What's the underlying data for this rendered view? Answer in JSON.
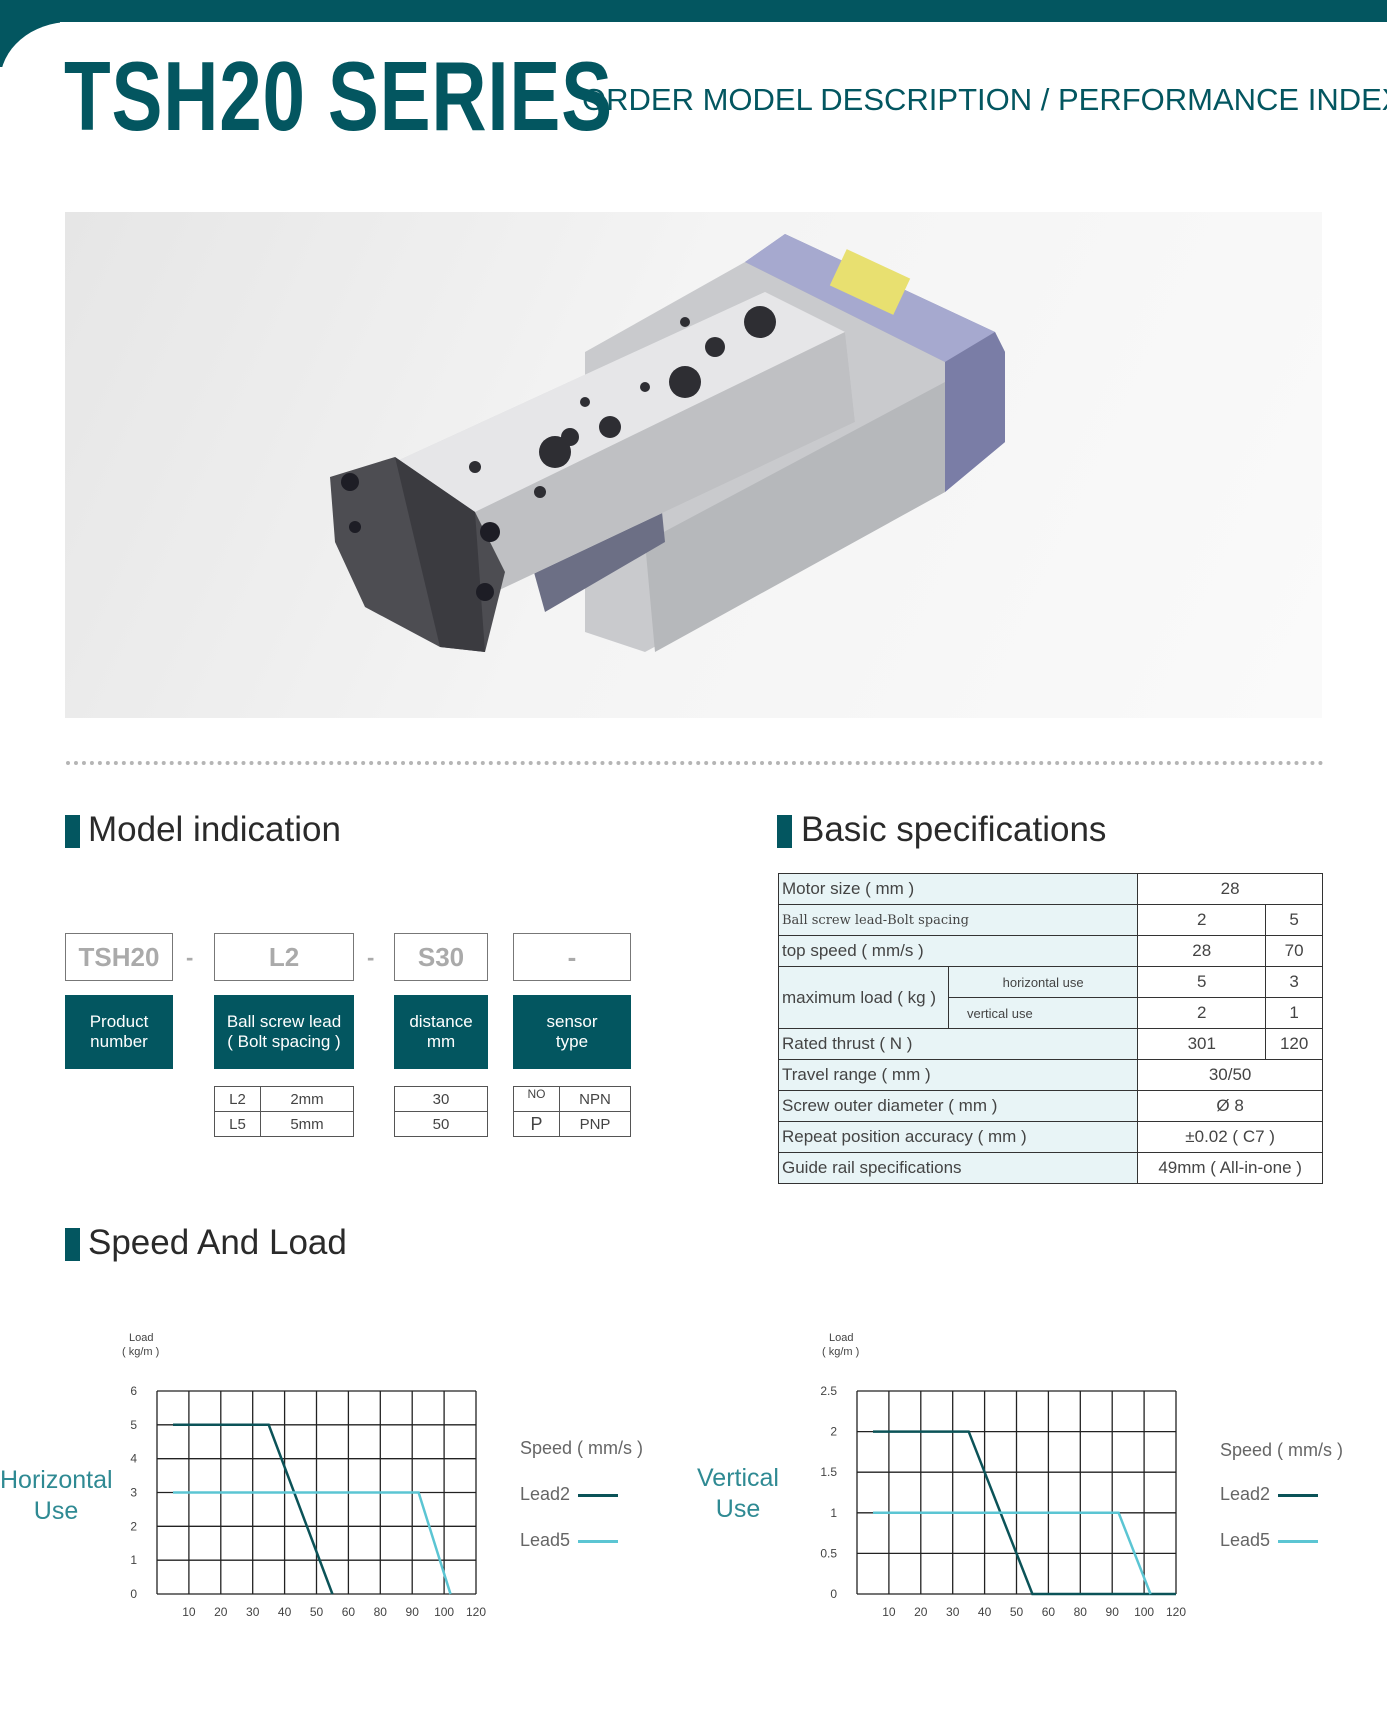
{
  "header": {
    "title": "TSH20 SERIES",
    "subtitle": "ORDER MODEL DESCRIPTION / PERFORMANCE INDEX"
  },
  "colors": {
    "brand": "#035660",
    "lead2": "#0b5358",
    "lead5": "#5bc5d3"
  },
  "model": {
    "heading": "Model indication",
    "codes": [
      "TSH20",
      "L2",
      "S30",
      "-"
    ],
    "separator": "-",
    "labels": [
      [
        "Product",
        "number"
      ],
      [
        "Ball screw lead",
        "( Bolt spacing )"
      ],
      [
        "distance",
        "mm"
      ],
      [
        "sensor",
        "type"
      ]
    ],
    "lead_table": [
      [
        "L2",
        "2mm"
      ],
      [
        "L5",
        "5mm"
      ]
    ],
    "distance_table": [
      "30",
      "50"
    ],
    "sensor_table": [
      [
        "NO",
        "NPN"
      ],
      [
        "P",
        "PNP"
      ]
    ]
  },
  "specs": {
    "heading": "Basic specifications",
    "motor_label": "Motor size ( mm )",
    "motor": "28",
    "lead_label": "Ball screw lead-Bolt spacing",
    "lead": [
      "2",
      "5"
    ],
    "speed_label": "top speed ( mm/s )",
    "speed": [
      "28",
      "70"
    ],
    "load_label": "maximum load ( kg )",
    "horizontal_label": "horizontal use",
    "horizontal": [
      "5",
      "3"
    ],
    "vertical_label": "vertical use",
    "vertical": [
      "2",
      "1"
    ],
    "thrust_label": "Rated thrust ( N )",
    "thrust": [
      "301",
      "120"
    ],
    "travel_label": "Travel range ( mm )",
    "travel": "30/50",
    "diameter_label": "Screw outer diameter ( mm )",
    "diameter": "Ø 8",
    "accuracy_label": "Repeat position accuracy ( mm )",
    "accuracy": "±0.02 ( C7 )",
    "rail_label": "Guide rail specifications",
    "rail": "49mm ( All-in-one )"
  },
  "speed_load": {
    "heading": "Speed And Load",
    "legend_title": "Speed ( mm/s )",
    "lead2": "Lead2",
    "lead5": "Lead5"
  },
  "chart_data": [
    {
      "type": "line",
      "title": "Horizontal Use",
      "title_lines": [
        "Horizontal",
        "Use"
      ],
      "ylabel": [
        "Load",
        "( kg/m )"
      ],
      "xlabel": "Speed ( mm/s )",
      "x_ticks": [
        10,
        20,
        30,
        40,
        50,
        60,
        80,
        90,
        100,
        120
      ],
      "y_ticks": [
        "0",
        "1",
        "2",
        "3",
        "4",
        "5",
        "6"
      ],
      "ylim": [
        0,
        6
      ],
      "grid": true,
      "legend": "right",
      "series": [
        {
          "name": "Lead2",
          "points": [
            [
              5,
              5
            ],
            [
              35,
              5
            ],
            [
              55,
              0
            ]
          ]
        },
        {
          "name": "Lead5",
          "points": [
            [
              5,
              3
            ],
            [
              92,
              3
            ],
            [
              104,
              0
            ]
          ]
        }
      ]
    },
    {
      "type": "line",
      "title": "Vertical Use",
      "title_lines": [
        "Vertical",
        "Use"
      ],
      "ylabel": [
        "Load",
        "( kg/m )"
      ],
      "xlabel": "Speed ( mm/s )",
      "x_ticks": [
        10,
        20,
        30,
        40,
        50,
        60,
        80,
        90,
        100,
        120
      ],
      "y_ticks": [
        "0",
        "0.5",
        "1",
        "1.5",
        "2",
        "2.5"
      ],
      "ylim": [
        0,
        2.5
      ],
      "grid": true,
      "legend": "right",
      "series": [
        {
          "name": "Lead2",
          "points": [
            [
              5,
              2
            ],
            [
              35,
              2
            ],
            [
              55,
              0
            ],
            [
              120,
              0
            ]
          ]
        },
        {
          "name": "Lead5",
          "points": [
            [
              5,
              1
            ],
            [
              92,
              1
            ],
            [
              104,
              0
            ]
          ]
        }
      ]
    }
  ]
}
